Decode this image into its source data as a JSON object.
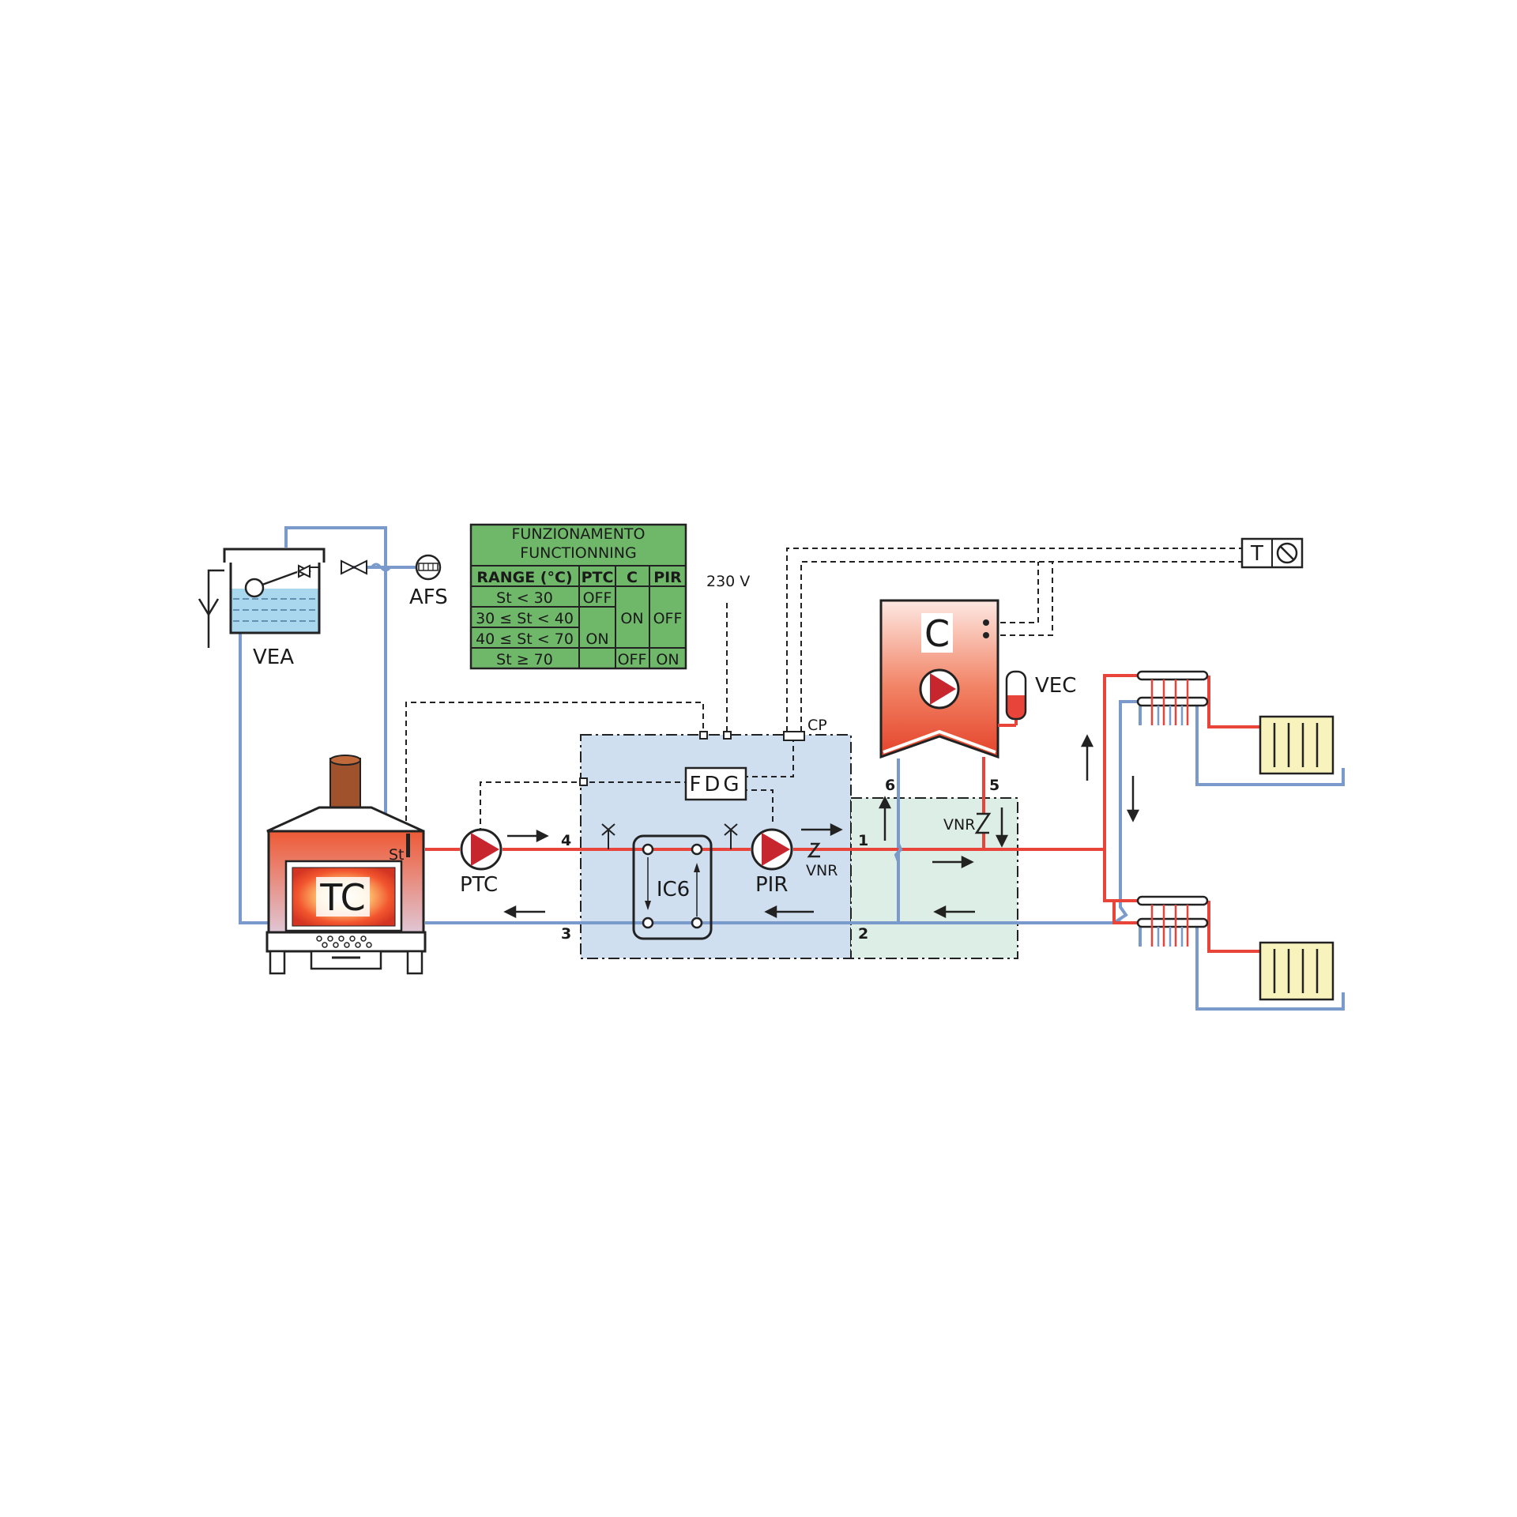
{
  "colors": {
    "hot": "#e8443a",
    "cold": "#7a9acc",
    "zone_blue": "#cfdff0",
    "zone_green": "#ddeee6",
    "table_bg": "#6fb86a",
    "radiator": "#f8f2bc",
    "tank_water": "#a9d7ee",
    "chimney": "#a0522d"
  },
  "labels": {
    "vea": "VEA",
    "afs": "AFS",
    "tc": "TC",
    "st": "St",
    "ptc": "PTC",
    "pir": "PIR",
    "vnr": "VNR",
    "vnr2": "VNR",
    "ic6": "IC6",
    "fdg": "FDG",
    "cp": "CP",
    "voltage": "230 V",
    "c": "C",
    "vec": "VEC",
    "t": "T",
    "n1": "1",
    "n2": "2",
    "n3": "3",
    "n4": "4",
    "n5": "5",
    "n6": "6"
  },
  "table": {
    "title1": "FUNZIONAMENTO",
    "title2": "FUNCTIONNING",
    "headers": [
      "RANGE (°C)",
      "PTC",
      "C",
      "PIR"
    ],
    "ranges": [
      "St < 30",
      "30 ≤ St < 40",
      "40 ≤ St < 70",
      "St ≥ 70"
    ],
    "ptc_off": "OFF",
    "ptc_on": "ON",
    "c_on": "ON",
    "c_off": "OFF",
    "pir_off": "OFF",
    "pir_on": "ON"
  }
}
